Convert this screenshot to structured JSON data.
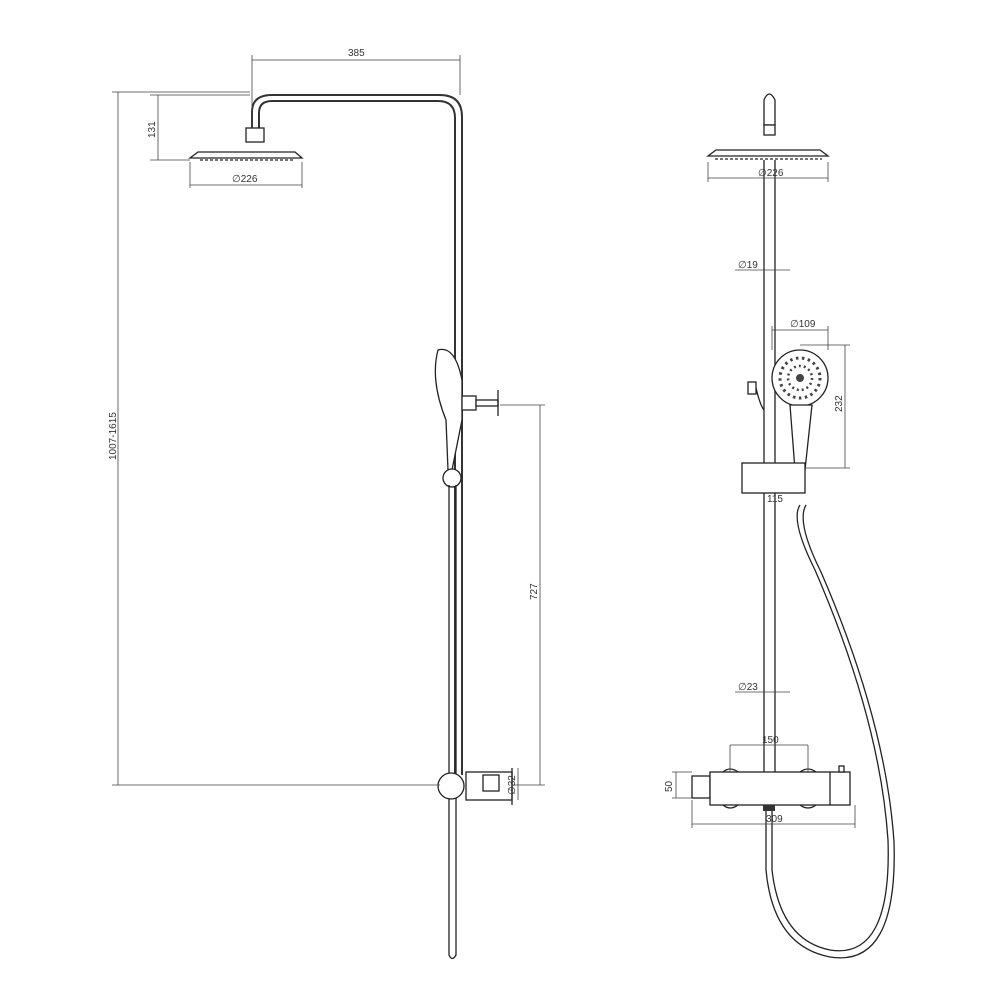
{
  "side_view": {
    "dim_arm_reach": "385",
    "dim_head_drop": "131",
    "dim_head_diameter": "∅226",
    "dim_total_height": "1007-1615",
    "dim_bracket_spacing": "727",
    "dim_connector_diameter": "∅32"
  },
  "front_view": {
    "dim_head_diameter": "∅226",
    "dim_upper_pipe": "∅19",
    "dim_handshower_diameter": "∅109",
    "dim_handshower_length": "232",
    "dim_holder_width": "115",
    "dim_lower_pipe": "∅23",
    "dim_inlet_spacing": "150",
    "dim_mixer_height": "50",
    "dim_mixer_width": "309"
  }
}
